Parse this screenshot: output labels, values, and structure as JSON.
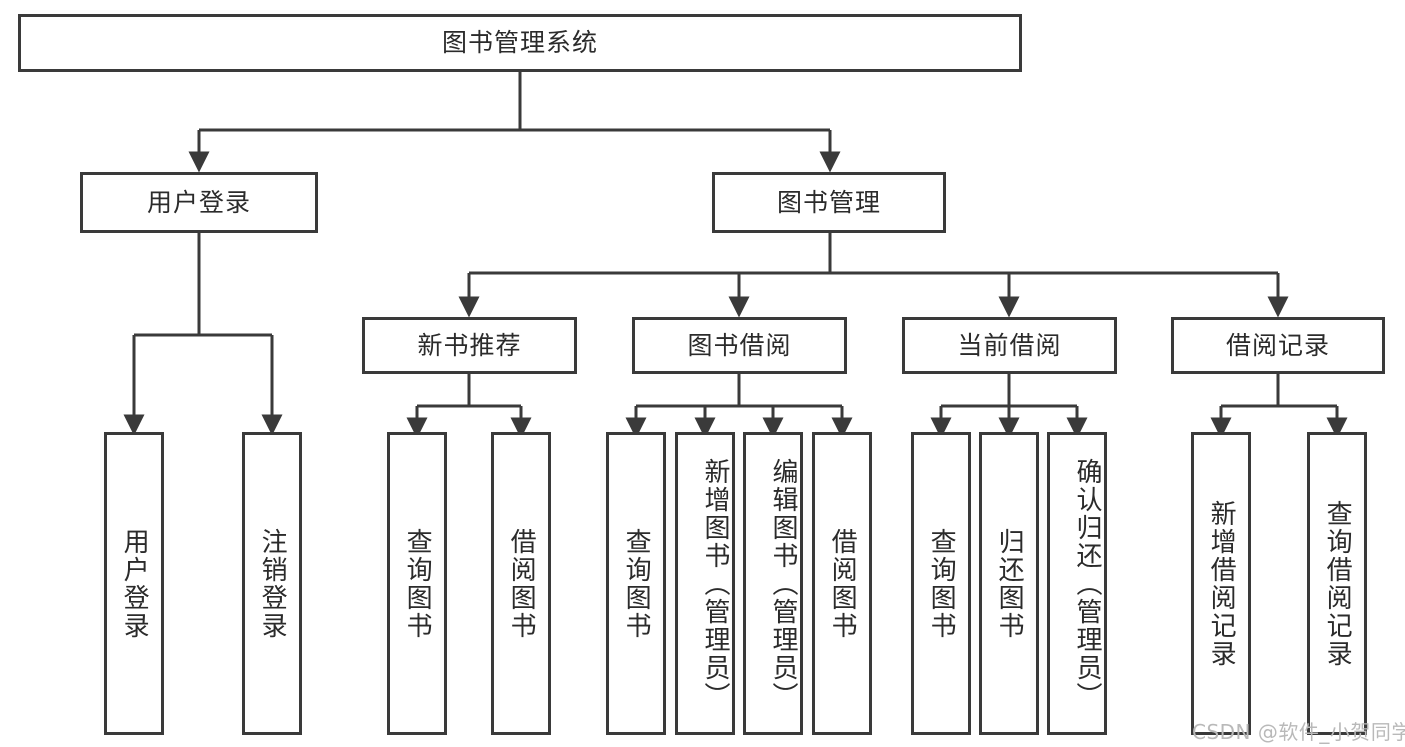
{
  "diagram": {
    "title": "图书管理系统",
    "type": "tree-structure-chart",
    "stroke_color": "#3a3a3a",
    "fill_color": "#ffffff",
    "text_color": "#2b2b2b"
  },
  "nodes": {
    "root": {
      "label": "图书管理系统"
    },
    "level2": [
      {
        "id": "user-login",
        "label": "用户登录"
      },
      {
        "id": "book-management",
        "label": "图书管理"
      }
    ],
    "level3": [
      {
        "id": "new-book-recommend",
        "label": "新书推荐"
      },
      {
        "id": "book-borrow",
        "label": "图书借阅"
      },
      {
        "id": "current-borrow",
        "label": "当前借阅"
      },
      {
        "id": "borrow-record",
        "label": "借阅记录"
      }
    ],
    "leaves": {
      "user-login": [
        {
          "id": "leaf-user-login",
          "label": "用户登录"
        },
        {
          "id": "leaf-logout-login",
          "label": "注销登录"
        }
      ],
      "new-book-recommend": [
        {
          "id": "leaf-query-book-1",
          "label": "查询图书"
        },
        {
          "id": "leaf-borrow-book-1",
          "label": "借阅图书"
        }
      ],
      "book-borrow": [
        {
          "id": "leaf-query-book-2",
          "label": "查询图书"
        },
        {
          "id": "leaf-add-book-admin",
          "label": "新增图书（管理员）"
        },
        {
          "id": "leaf-edit-book-admin",
          "label": "编辑图书（管理员）"
        },
        {
          "id": "leaf-borrow-book-2",
          "label": "借阅图书"
        }
      ],
      "current-borrow": [
        {
          "id": "leaf-query-book-3",
          "label": "查询图书"
        },
        {
          "id": "leaf-return-book",
          "label": "归还图书"
        },
        {
          "id": "leaf-confirm-return-admin",
          "label": "确认归还（管理员）"
        }
      ],
      "borrow-record": [
        {
          "id": "leaf-add-borrow-record",
          "label": "新增借阅记录"
        },
        {
          "id": "leaf-query-borrow-record",
          "label": "查询借阅记录"
        }
      ]
    }
  },
  "watermark": {
    "text": "CSDN @软件_小贺同学"
  }
}
